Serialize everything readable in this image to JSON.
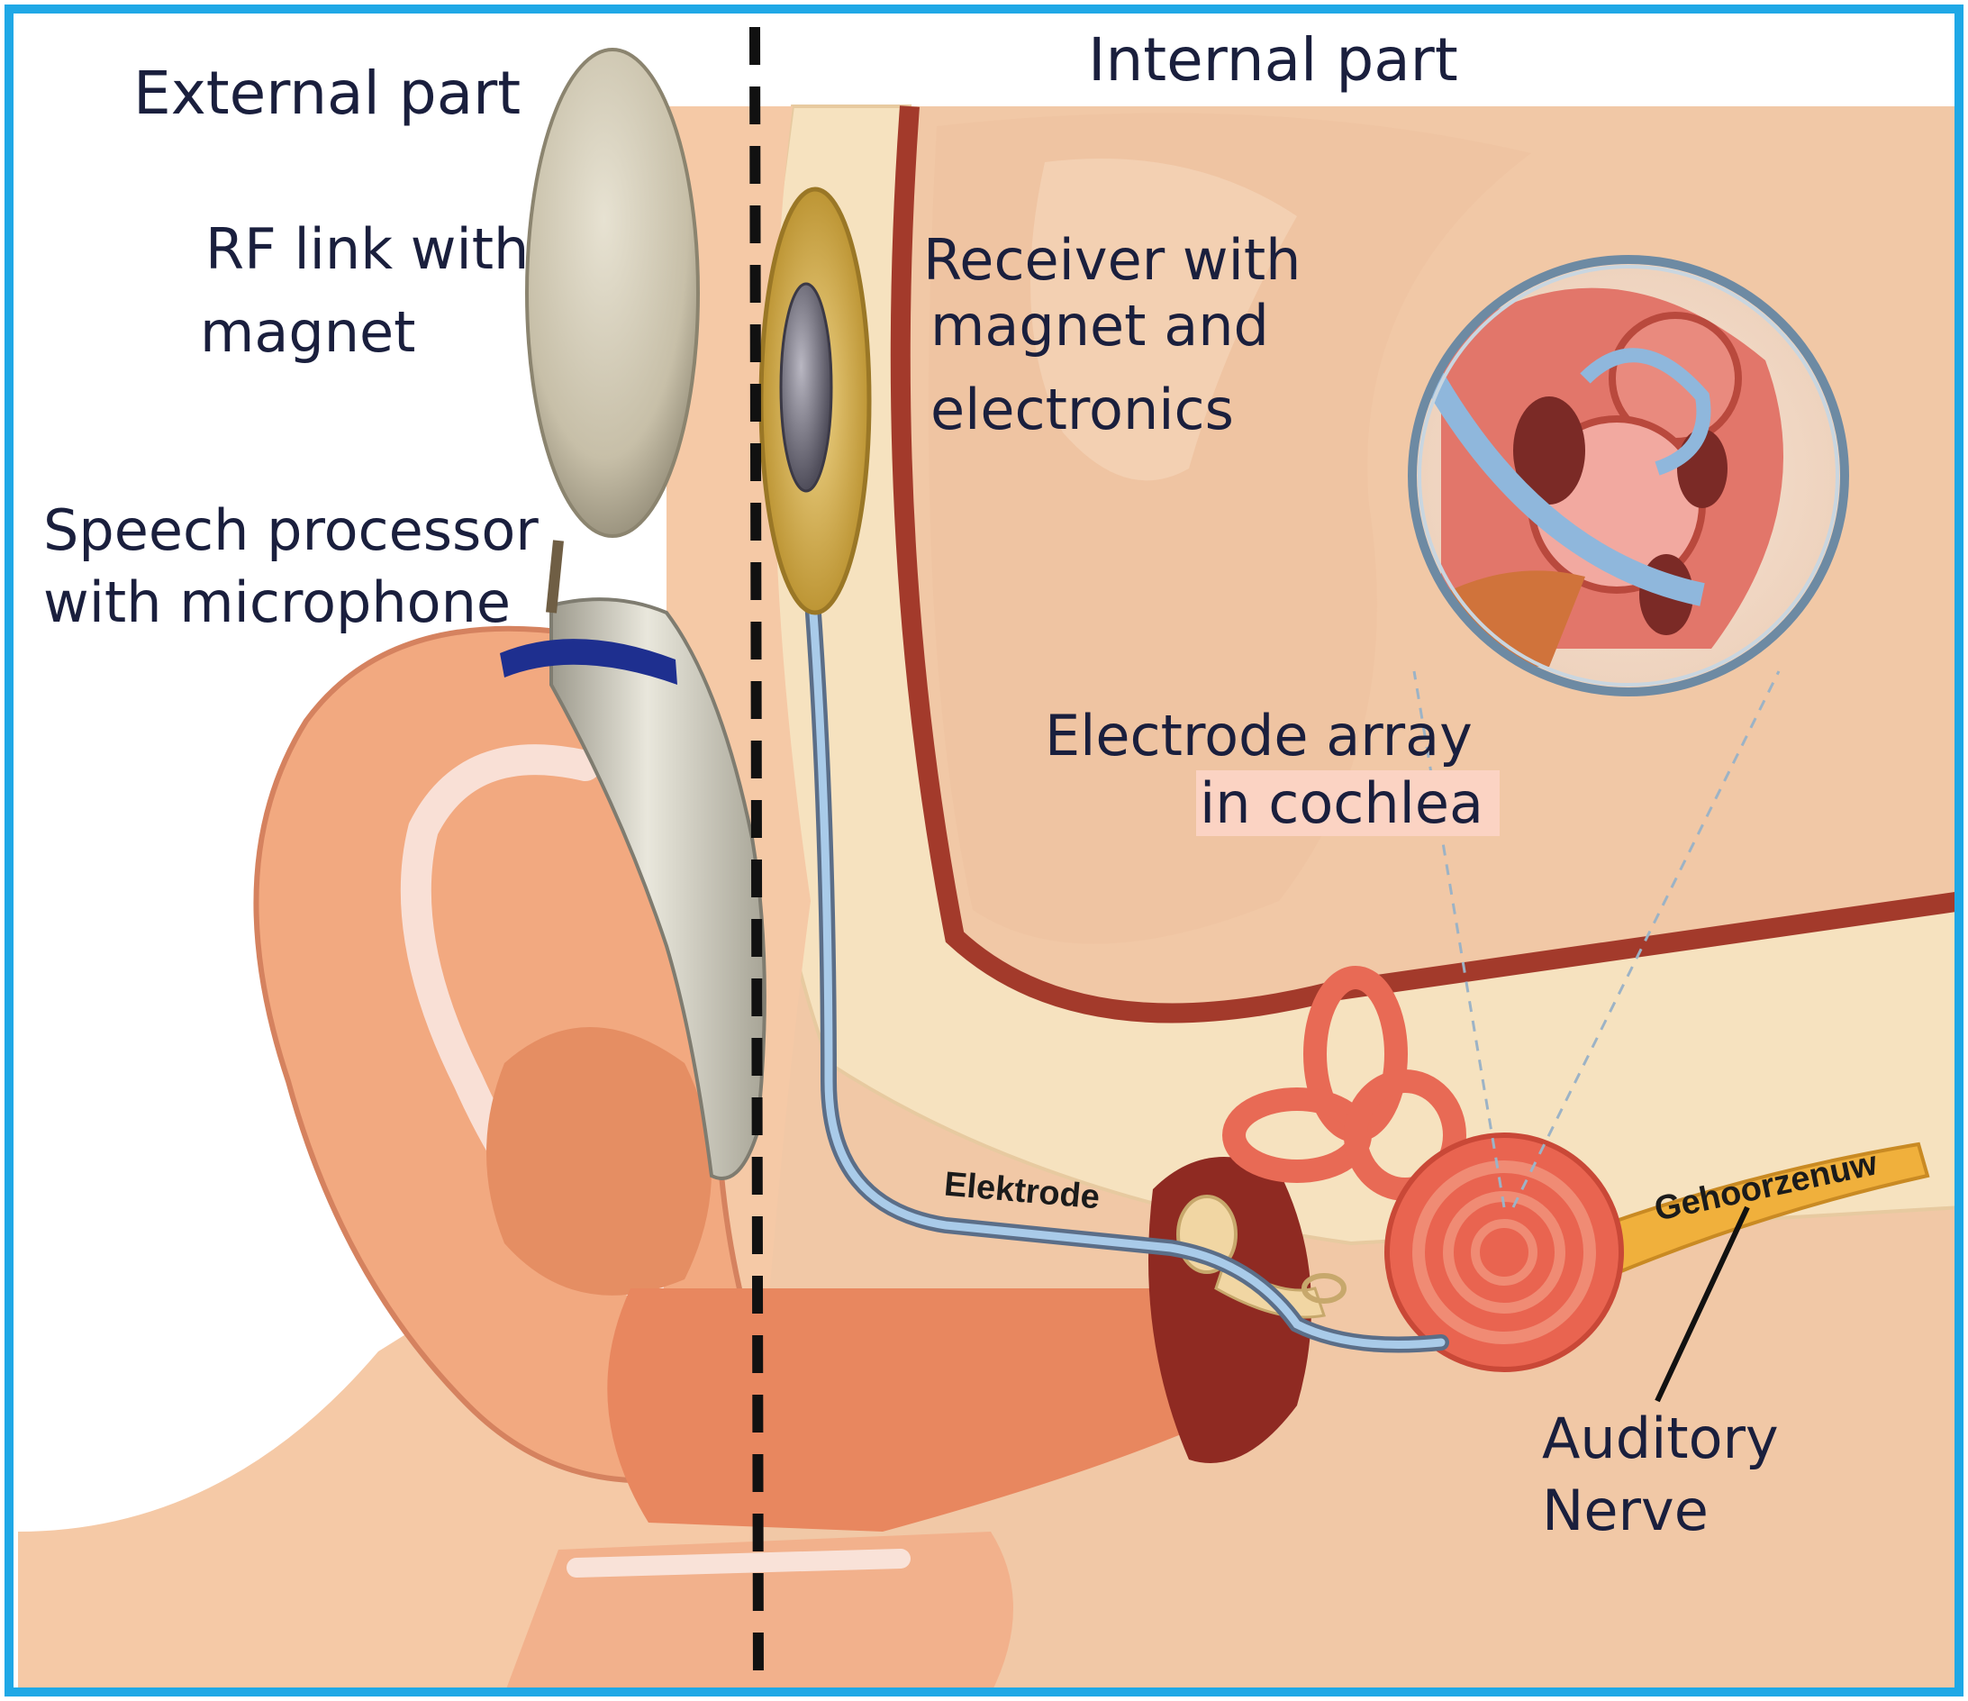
{
  "labels": {
    "external_part": "External part",
    "internal_part": "Internal part",
    "rf_link_line1": "RF link with",
    "rf_link_line2": "magnet",
    "speech_line1": "Speech processor",
    "speech_line2": "with microphone",
    "receiver_line1": "Receiver with",
    "receiver_line2": "magnet and",
    "receiver_line3": "electronics",
    "electrode_array_line1": "Electrode array",
    "electrode_array_line2": "in cochlea",
    "elektrode": "Elektrode",
    "gehoorzenuw": "Gehoorzenuw",
    "auditory_line1": "Auditory",
    "auditory_line2": "Nerve"
  },
  "colors": {
    "border": "#1fa8e6",
    "skin": "#f3b48c",
    "bone": "#f6e2bf",
    "tissue": "#f0c39f",
    "dark_tissue": "#a33a2b",
    "cochlea": "#e96450",
    "nerve": "#f0b03c",
    "device_gray": "#c8c1ab",
    "electrode_blue": "#8fb7dc",
    "text": "#1a1f3d"
  }
}
